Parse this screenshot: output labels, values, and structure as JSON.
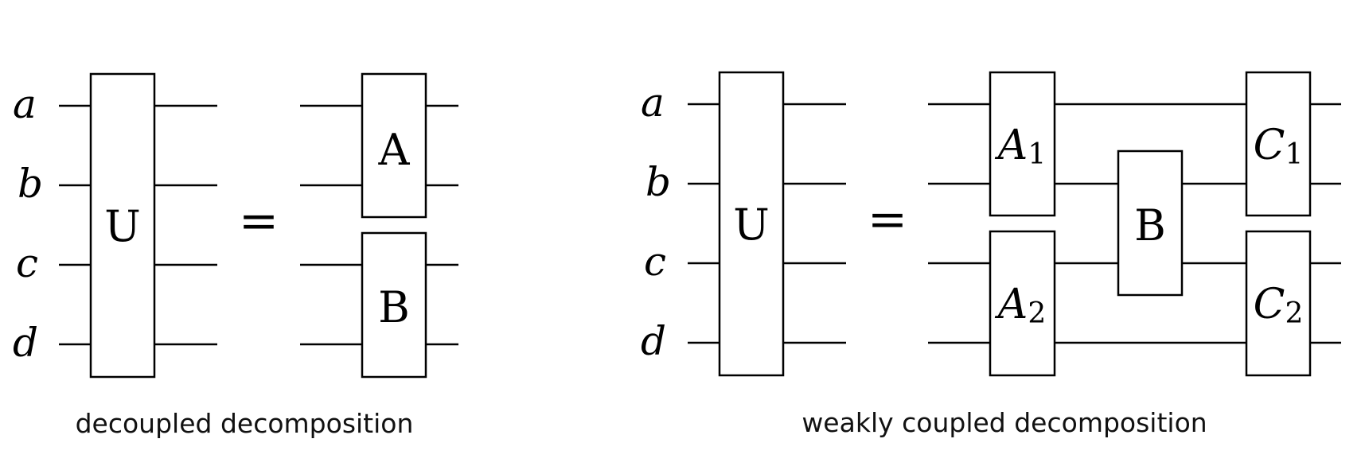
{
  "diagrams": [
    {
      "id": "decoupled",
      "caption": "decoupled decomposition",
      "qubit_labels": [
        "a",
        "b",
        "c",
        "d"
      ],
      "lhs_gate": "U",
      "equals": "=",
      "rhs_gates": [
        {
          "label": "A",
          "subscript": "",
          "qubits": [
            "a",
            "b"
          ]
        },
        {
          "label": "B",
          "subscript": "",
          "qubits": [
            "c",
            "d"
          ]
        }
      ]
    },
    {
      "id": "weakly-coupled",
      "caption": "weakly coupled decomposition",
      "qubit_labels": [
        "a",
        "b",
        "c",
        "d"
      ],
      "lhs_gate": "U",
      "equals": "=",
      "rhs_gates": [
        {
          "label": "A",
          "subscript": "1",
          "qubits": [
            "a",
            "b"
          ]
        },
        {
          "label": "A",
          "subscript": "2",
          "qubits": [
            "c",
            "d"
          ]
        },
        {
          "label": "B",
          "subscript": "",
          "qubits": [
            "b",
            "c"
          ]
        },
        {
          "label": "C",
          "subscript": "1",
          "qubits": [
            "a",
            "b"
          ]
        },
        {
          "label": "C",
          "subscript": "2",
          "qubits": [
            "c",
            "d"
          ]
        }
      ]
    }
  ],
  "colors": {
    "stroke": "#000000",
    "background": "#ffffff"
  }
}
